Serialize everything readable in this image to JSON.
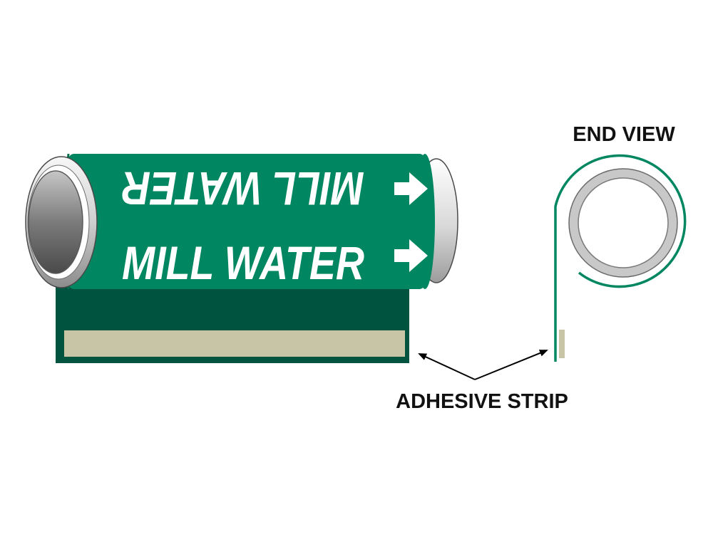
{
  "marker": {
    "legend_top": "MILL WATER",
    "legend_bottom": "MILL WATER",
    "marker_color": "#008660",
    "strip_color": "#00543F",
    "adhesive_color": "#C8C5A6",
    "pipe_color": "#9A9A9A"
  },
  "labels": {
    "end_view": "END VIEW",
    "adhesive_strip": "ADHESIVE STRIP"
  },
  "icons": {
    "flow_arrow": "right-arrow-icon"
  }
}
